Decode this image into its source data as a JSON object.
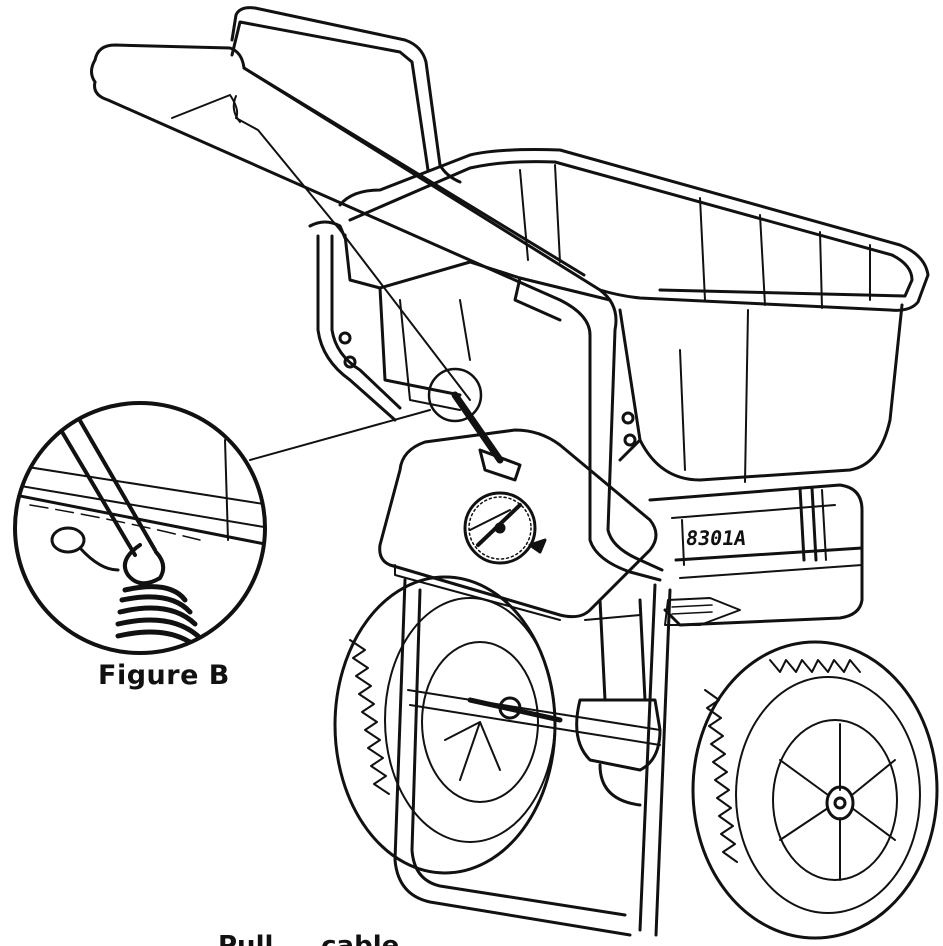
{
  "figure": {
    "caption": "Figure B",
    "model_label": "8301A",
    "bottom_caption_fragment": "Pull ... cable"
  },
  "colors": {
    "line": "#111111",
    "background": "#ffffff"
  },
  "icons": [
    "spreader-diagram",
    "detail-magnifier-circle",
    "rate-dial",
    "spring-hook"
  ]
}
